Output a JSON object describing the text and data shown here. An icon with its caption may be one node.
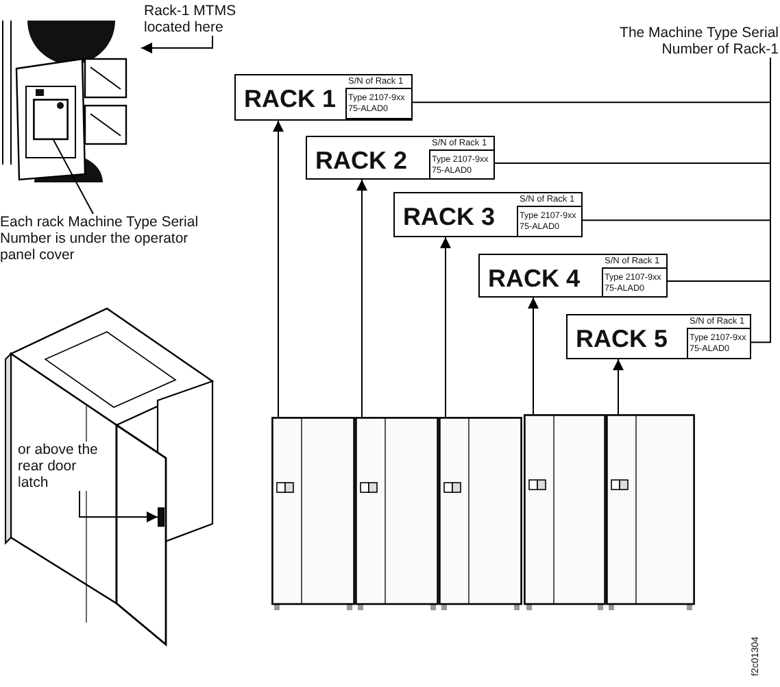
{
  "diagram": {
    "nodes": [
      {
        "text": [
          "The Machine Type Serial Number of Rack-1"
        ]
      },
      {
        "text": [
          "RACK 1"
        ]
      },
      {
        "text": [
          "S/N of Rack 1",
          "Type 2107-9xx 75-ALAD0"
        ],
        "in": 1
      },
      {
        "text": [
          "RACK 2"
        ]
      },
      {
        "text": [
          "S/N of Rack 1",
          "Type 2107-9xx 75-ALAD0"
        ],
        "in": 3
      },
      {
        "text": [
          "RACK 3"
        ]
      },
      {
        "text": [
          "S/N of Rack 1",
          "Type 2107-9xx 75-ALAD0"
        ],
        "in": 5
      },
      {
        "text": [
          "RACK 4"
        ]
      },
      {
        "text": [
          "S/N of Rack 1",
          "Type 2107-9xx 75-ALAD0"
        ],
        "in": 7
      },
      {
        "text": [
          "RACK 5"
        ]
      },
      {
        "text": [
          "S/N of Rack 1",
          "Type 2107-9xx 75-ALAD0"
        ],
        "in": 9
      },
      {
        "text": [],
        "shape": "box"
      },
      {
        "text": [],
        "shape": "box"
      },
      {
        "text": [],
        "shape": "box"
      },
      {
        "text": [],
        "shape": "box"
      },
      {
        "text": [],
        "shape": "box"
      },
      {
        "text": [
          "Rack-1 MTMS located here"
        ]
      },
      {
        "text": [],
        "shape": "picture"
      },
      {
        "text": [],
        "shape": "box",
        "in": 17
      },
      {
        "text": [
          "Each rack Machine Type Serial Number is under the operator panel cover"
        ]
      },
      {
        "text": [],
        "shape": "picture"
      },
      {
        "text": [],
        "shape": "box",
        "in": 20
      },
      {
        "text": [
          "or above the rear door latch"
        ],
        "in": 20
      }
    ],
    "edges": [
      {
        "from": 0,
        "to": 2,
        "arrow": "none"
      },
      {
        "from": 0,
        "to": 4,
        "arrow": "none"
      },
      {
        "from": 0,
        "to": 6,
        "arrow": "none"
      },
      {
        "from": 0,
        "to": 8,
        "arrow": "none"
      },
      {
        "from": 0,
        "to": 10,
        "arrow": "none"
      },
      {
        "from": 11,
        "to": 1,
        "arrow": "to"
      },
      {
        "from": 12,
        "to": 3,
        "arrow": "to"
      },
      {
        "from": 13,
        "to": 5,
        "arrow": "to"
      },
      {
        "from": 14,
        "to": 7,
        "arrow": "to"
      },
      {
        "from": 15,
        "to": 9,
        "arrow": "to"
      },
      {
        "from": 16,
        "to": 17,
        "arrow": "to"
      },
      {
        "from": 19,
        "to": 18,
        "arrow": "none"
      },
      {
        "from": 22,
        "to": 21,
        "arrow": "to"
      }
    ],
    "labels": [
      "f2c01304"
    ]
  }
}
